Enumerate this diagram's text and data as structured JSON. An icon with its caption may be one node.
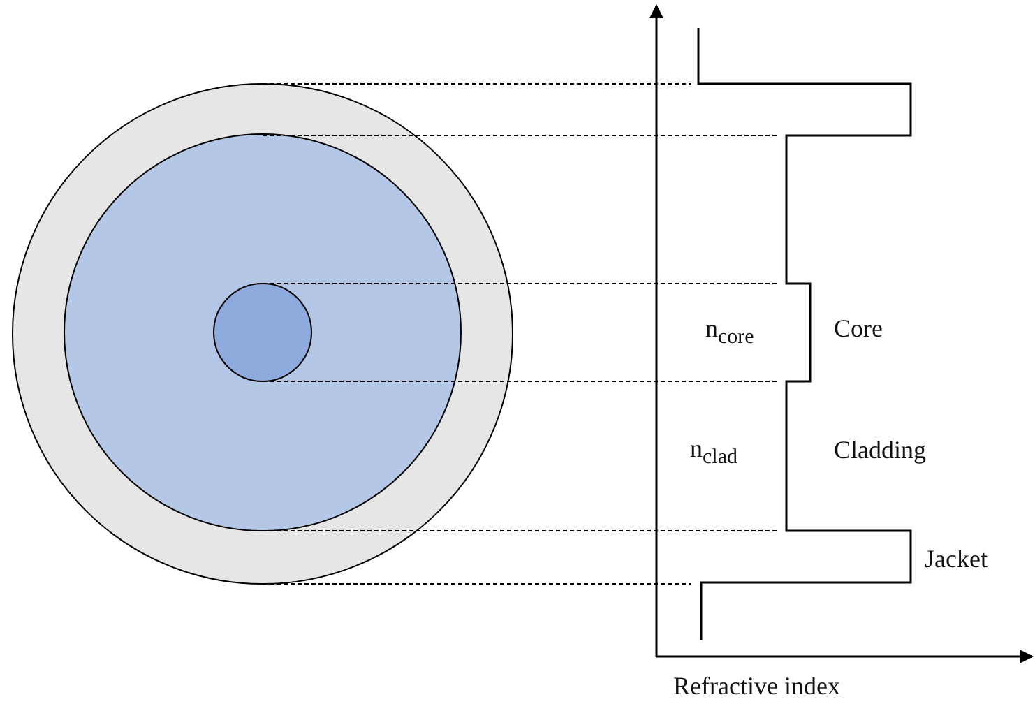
{
  "diagram": {
    "labels": [
      "n$_{core}$",
      "Core",
      "n$_{clad}$",
      "Cladding",
      "Jacket",
      "Refractive index"
    ]
  }
}
